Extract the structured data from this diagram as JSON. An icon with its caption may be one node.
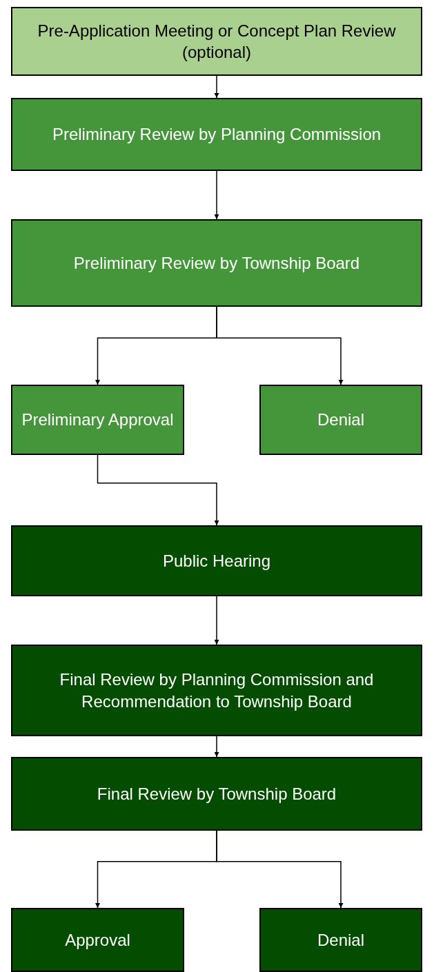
{
  "diagram": {
    "nodes": [
      {
        "text": [
          "Pre-Application Meeting or Concept Plan Review (optional)"
        ]
      },
      {
        "text": [
          "Preliminary Review by Planning Commission"
        ]
      },
      {
        "text": [
          "Preliminary Review by Township Board"
        ]
      },
      {
        "text": [
          "Preliminary Approval"
        ]
      },
      {
        "text": [
          "Denial"
        ]
      },
      {
        "text": [
          "Public Hearing"
        ]
      },
      {
        "text": [
          "Final Review by Planning Commission and Recommendation to Township Board"
        ]
      },
      {
        "text": [
          "Final Review by Township Board"
        ]
      },
      {
        "text": [
          "Approval"
        ]
      },
      {
        "text": [
          "Denial"
        ]
      }
    ],
    "edges": [
      {
        "from": 0,
        "to": 1,
        "arrow": "to"
      },
      {
        "from": 1,
        "to": 2,
        "arrow": "to"
      },
      {
        "from": 2,
        "to": 3,
        "arrow": "to"
      },
      {
        "from": 2,
        "to": 4,
        "arrow": "to"
      },
      {
        "from": 3,
        "to": 5,
        "arrow": "to"
      },
      {
        "from": 5,
        "to": 6,
        "arrow": "to"
      },
      {
        "from": 6,
        "to": 7,
        "arrow": "to"
      },
      {
        "from": 7,
        "to": 8,
        "arrow": "to"
      },
      {
        "from": 7,
        "to": 9,
        "arrow": "to"
      }
    ]
  }
}
